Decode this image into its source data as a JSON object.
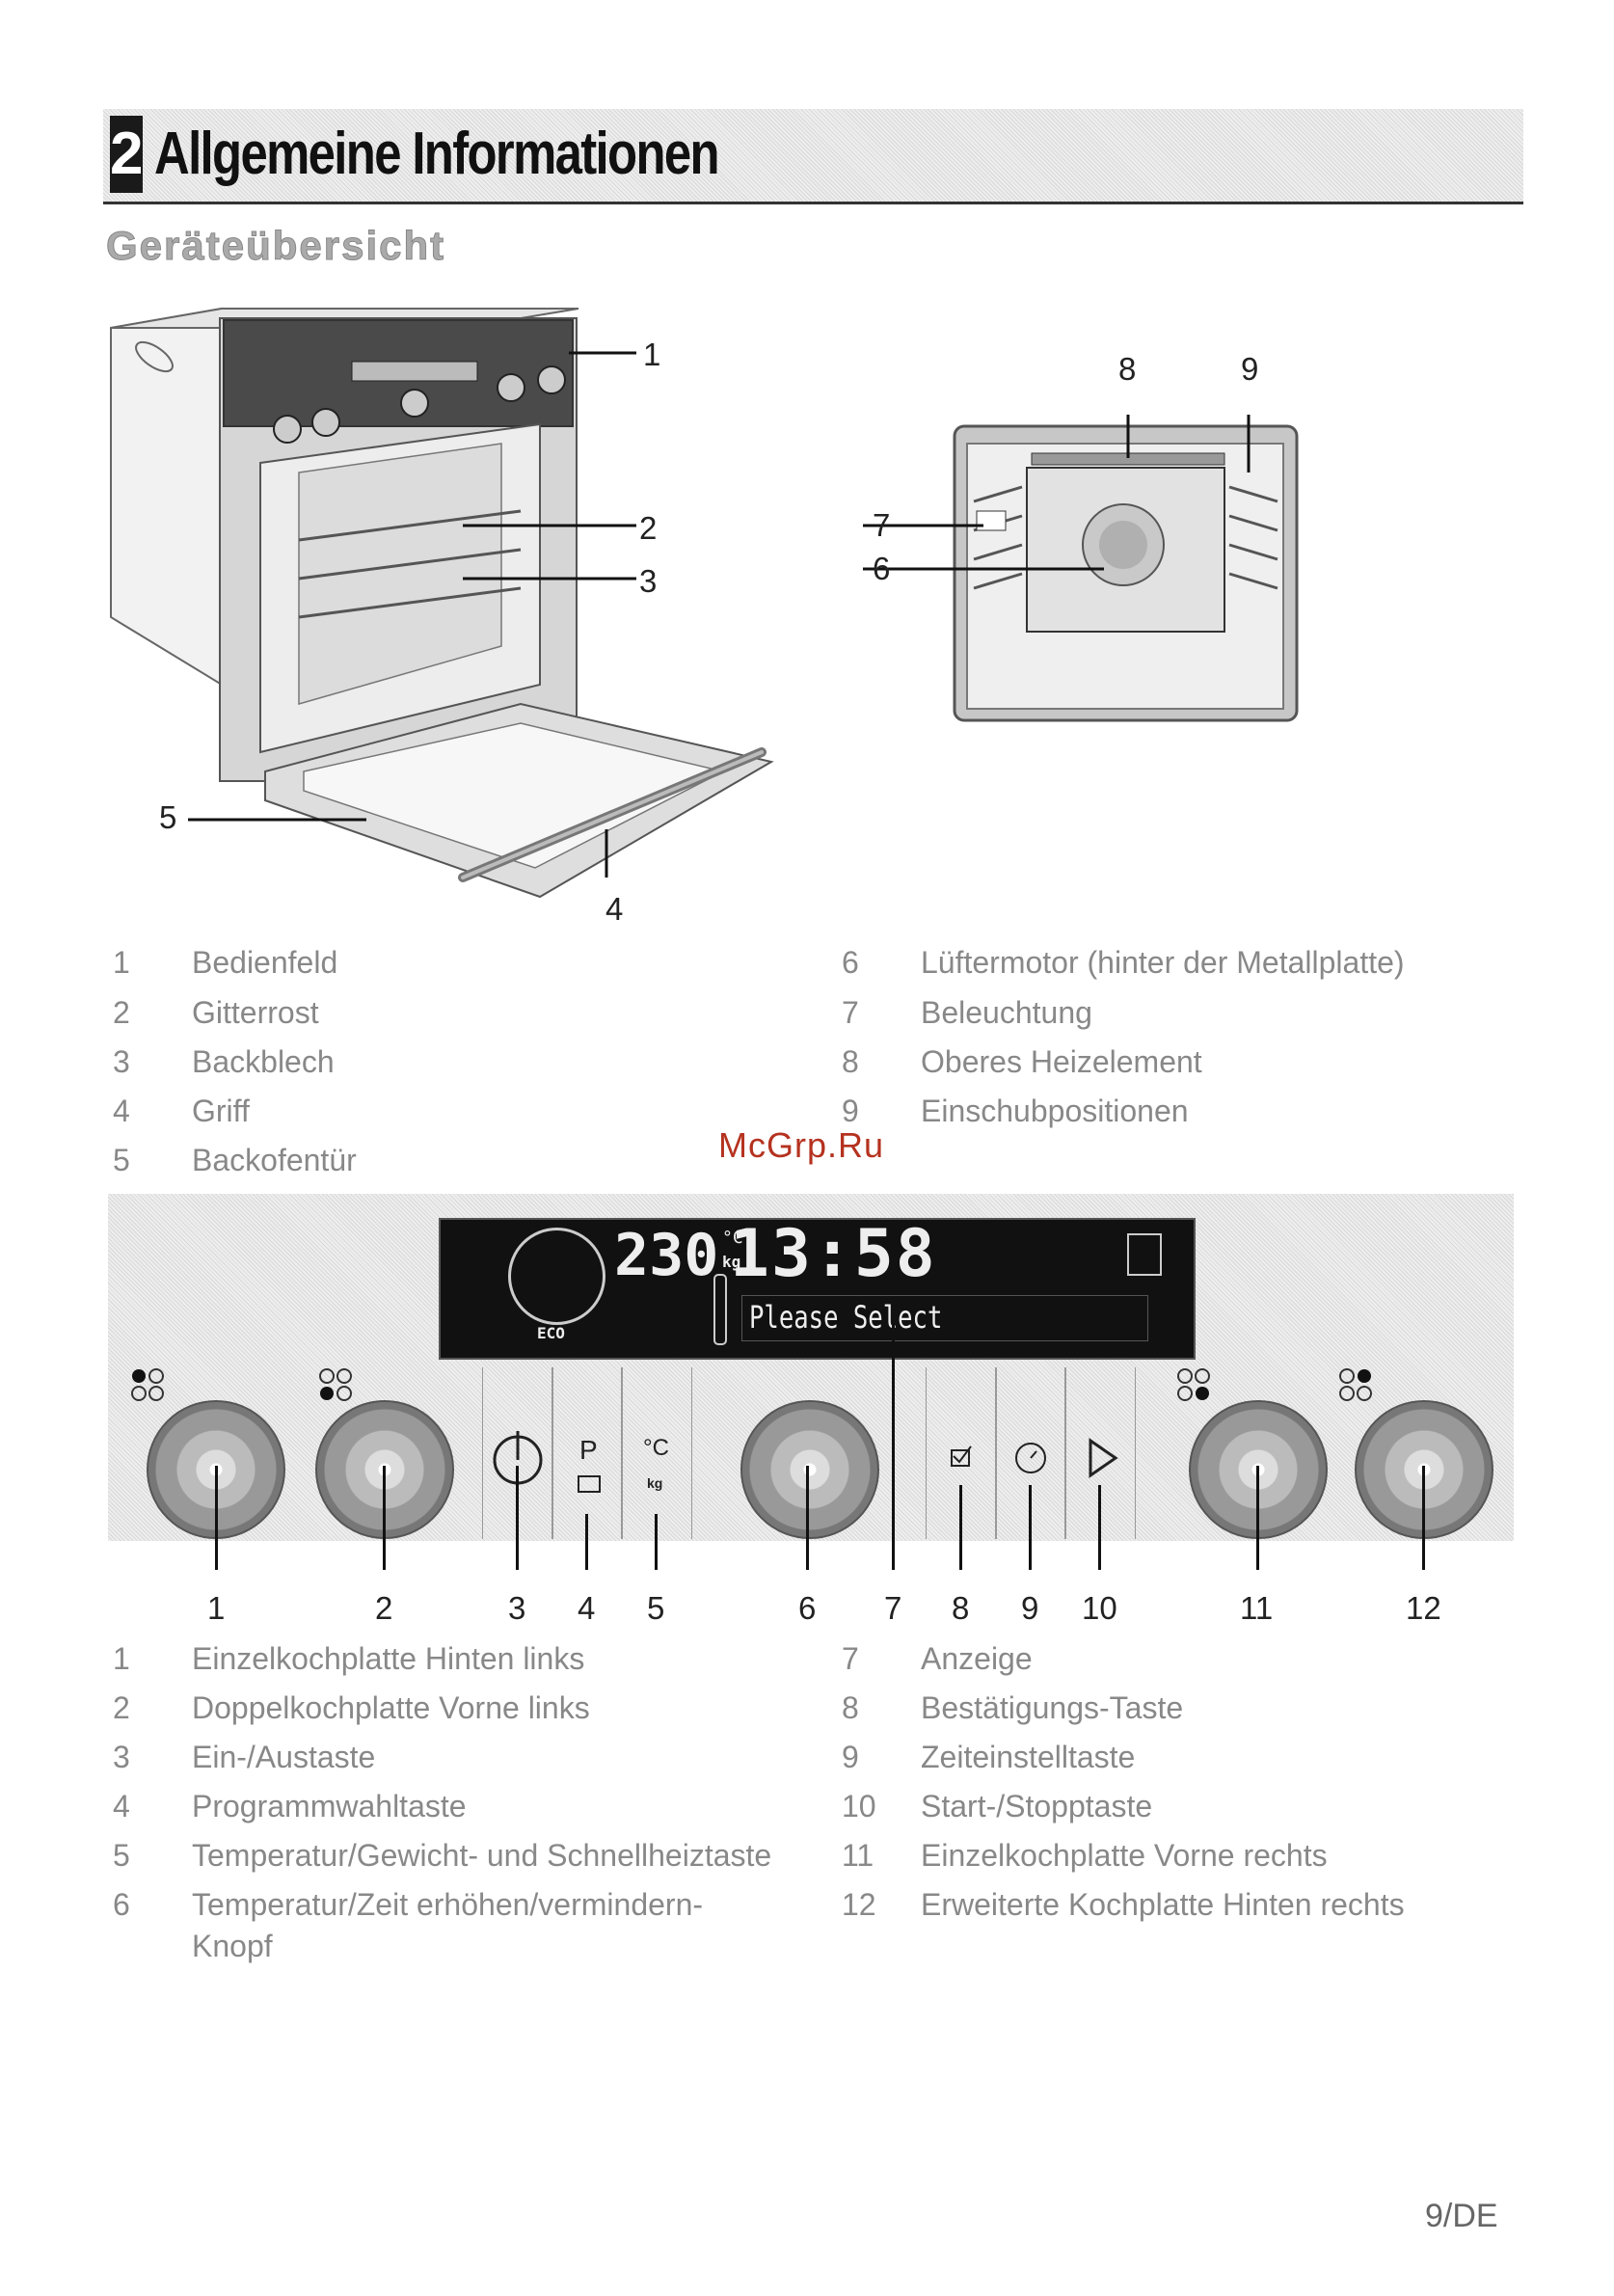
{
  "chapter": {
    "number": "2",
    "title": "Allgemeine Informationen"
  },
  "section_title": "Geräteübersicht",
  "oven_callouts": [
    "1",
    "2",
    "3",
    "4",
    "5"
  ],
  "cavity_callouts": [
    "6",
    "7",
    "8",
    "9"
  ],
  "parts_list_left": [
    {
      "num": "1",
      "label": "Bedienfeld"
    },
    {
      "num": "2",
      "label": "Gitterrost"
    },
    {
      "num": "3",
      "label": "Backblech"
    },
    {
      "num": "4",
      "label": "Griff"
    },
    {
      "num": "5",
      "label": "Backofentür"
    }
  ],
  "parts_list_right": [
    {
      "num": "6",
      "label": "Lüftermotor (hinter der Metallplatte)"
    },
    {
      "num": "7",
      "label": "Beleuchtung"
    },
    {
      "num": "8",
      "label": "Oberes Heizelement"
    },
    {
      "num": "9",
      "label": "Einschubpositionen"
    }
  ],
  "watermark": "McGrp.Ru",
  "display": {
    "temperature": "230",
    "temp_unit": "°C",
    "weight_unit": "kg",
    "clock": "13:58",
    "message": "Please Select",
    "eco": "ECO"
  },
  "buttons": {
    "program_symbol": "P",
    "temp_symbol": "°C",
    "temp_sub": "kg"
  },
  "panel_callouts": [
    "1",
    "2",
    "3",
    "4",
    "5",
    "6",
    "7",
    "8",
    "9",
    "10",
    "11",
    "12"
  ],
  "controls_list_left": [
    {
      "num": "1",
      "label": "Einzelkochplatte Hinten links"
    },
    {
      "num": "2",
      "label": "Doppelkochplatte Vorne links"
    },
    {
      "num": "3",
      "label": "Ein-/Austaste"
    },
    {
      "num": "4",
      "label": "Programmwahltaste"
    },
    {
      "num": "5",
      "label": "Temperatur/Gewicht- und Schnellheiztaste"
    },
    {
      "num": "6",
      "label": "Temperatur/Zeit erhöhen/vermindern-"
    },
    {
      "num": "",
      "label": "Knopf"
    }
  ],
  "controls_list_right": [
    {
      "num": "7",
      "label": "Anzeige"
    },
    {
      "num": "8",
      "label": "Bestätigungs-Taste"
    },
    {
      "num": "9",
      "label": "Zeiteinstelltaste"
    },
    {
      "num": "10",
      "label": "Start-/Stopptaste"
    },
    {
      "num": "11",
      "label": "Einzelkochplatte Vorne rechts"
    },
    {
      "num": "12",
      "label": "Erweiterte Kochplatte Hinten rechts"
    }
  ],
  "page_number": "9/DE"
}
